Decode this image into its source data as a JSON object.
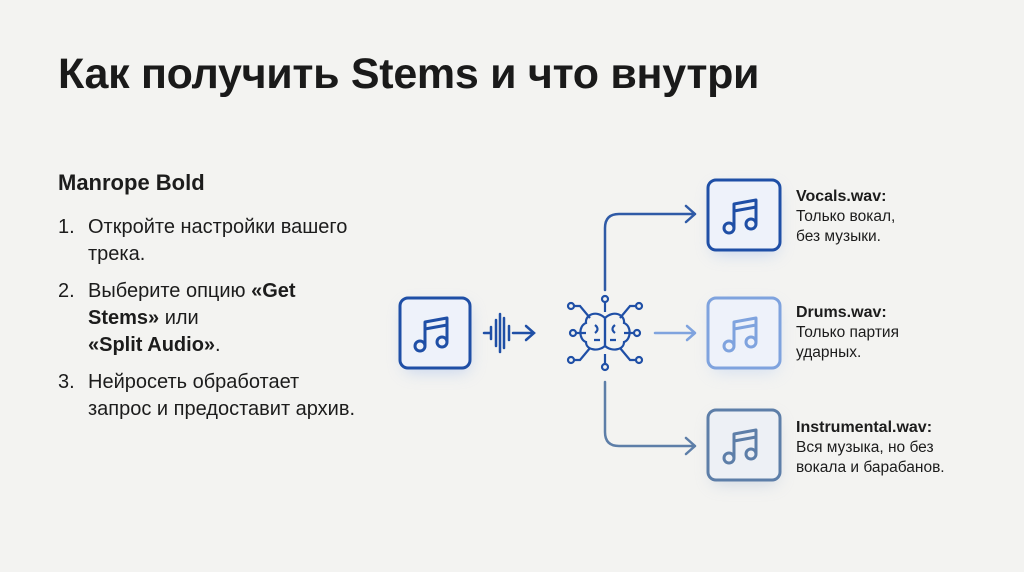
{
  "title": "Как получить Stems и что внутри",
  "subtitle": "Manrope Bold",
  "steps": [
    {
      "num": "1.",
      "text": "Откройте настройки вашего трека."
    },
    {
      "num": "2.",
      "pre": "Выберите опцию ",
      "b1": "«Get Stems»",
      "mid": " или ",
      "b2": "«Split Audio»",
      "post": "."
    },
    {
      "num": "3.",
      "text": "Нейросеть обработает запрос и предоставит архив."
    }
  ],
  "outputs": [
    {
      "name": "Vocals.wav:",
      "line1": "Только вокал,",
      "line2": "без музыки.",
      "color": "#1f4fa6"
    },
    {
      "name": "Drums.wav:",
      "line1": "Только партия",
      "line2": "ударных.",
      "color": "#6f9be0"
    },
    {
      "name": "Instrumental.wav:",
      "line1": "Вся музыка, но без",
      "line2": "вокала и барабанов.",
      "color": "#5b7ba6"
    }
  ],
  "colors": {
    "accent": "#1f4fa6"
  }
}
